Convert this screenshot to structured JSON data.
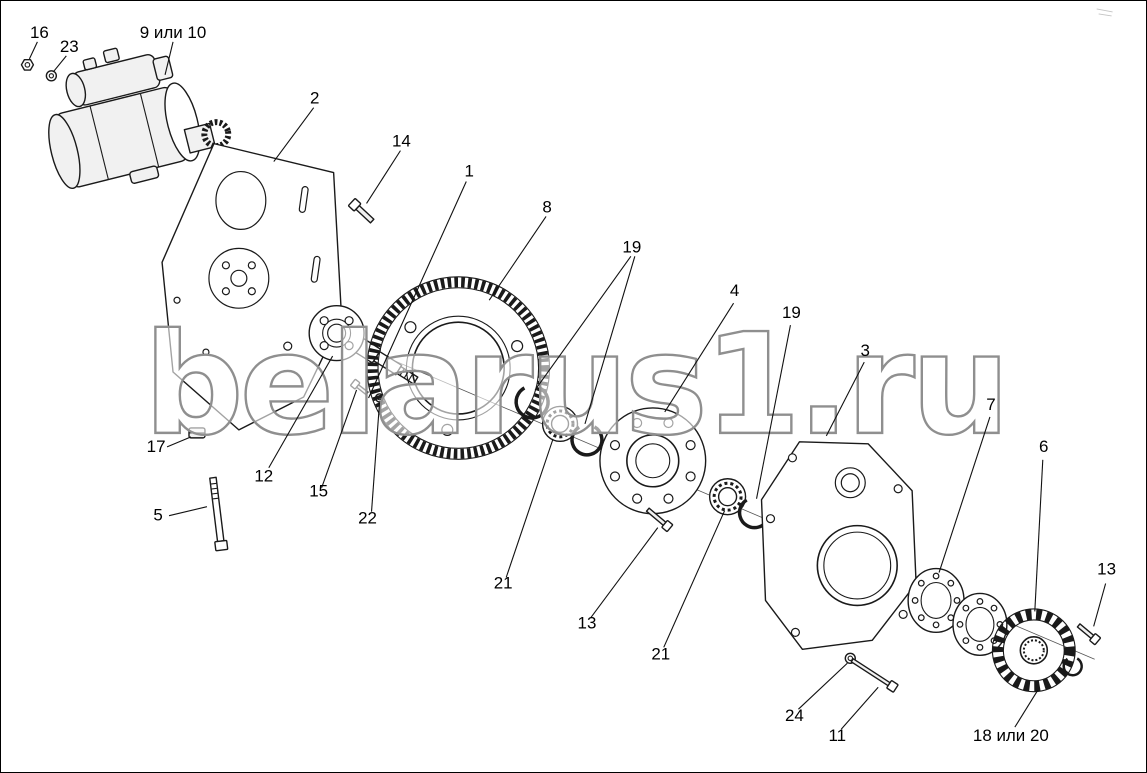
{
  "watermark": {
    "text": "belarus1.ru"
  },
  "colors": {
    "background": "#ffffff",
    "line": "#1a1a1a",
    "watermark_outline": "#8f8f8f"
  },
  "callouts": [
    {
      "label": "16"
    },
    {
      "label": "23"
    },
    {
      "label": "9 или 10"
    },
    {
      "label": "2"
    },
    {
      "label": "14"
    },
    {
      "label": "1"
    },
    {
      "label": "8"
    },
    {
      "label": "19"
    },
    {
      "label": "4"
    },
    {
      "label": "19"
    },
    {
      "label": "3"
    },
    {
      "label": "7"
    },
    {
      "label": "6"
    },
    {
      "label": "13"
    },
    {
      "label": "17"
    },
    {
      "label": "12"
    },
    {
      "label": "15"
    },
    {
      "label": "5"
    },
    {
      "label": "22"
    },
    {
      "label": "21"
    },
    {
      "label": "13"
    },
    {
      "label": "21"
    },
    {
      "label": "24"
    },
    {
      "label": "11"
    },
    {
      "label": "18 или 20"
    }
  ]
}
